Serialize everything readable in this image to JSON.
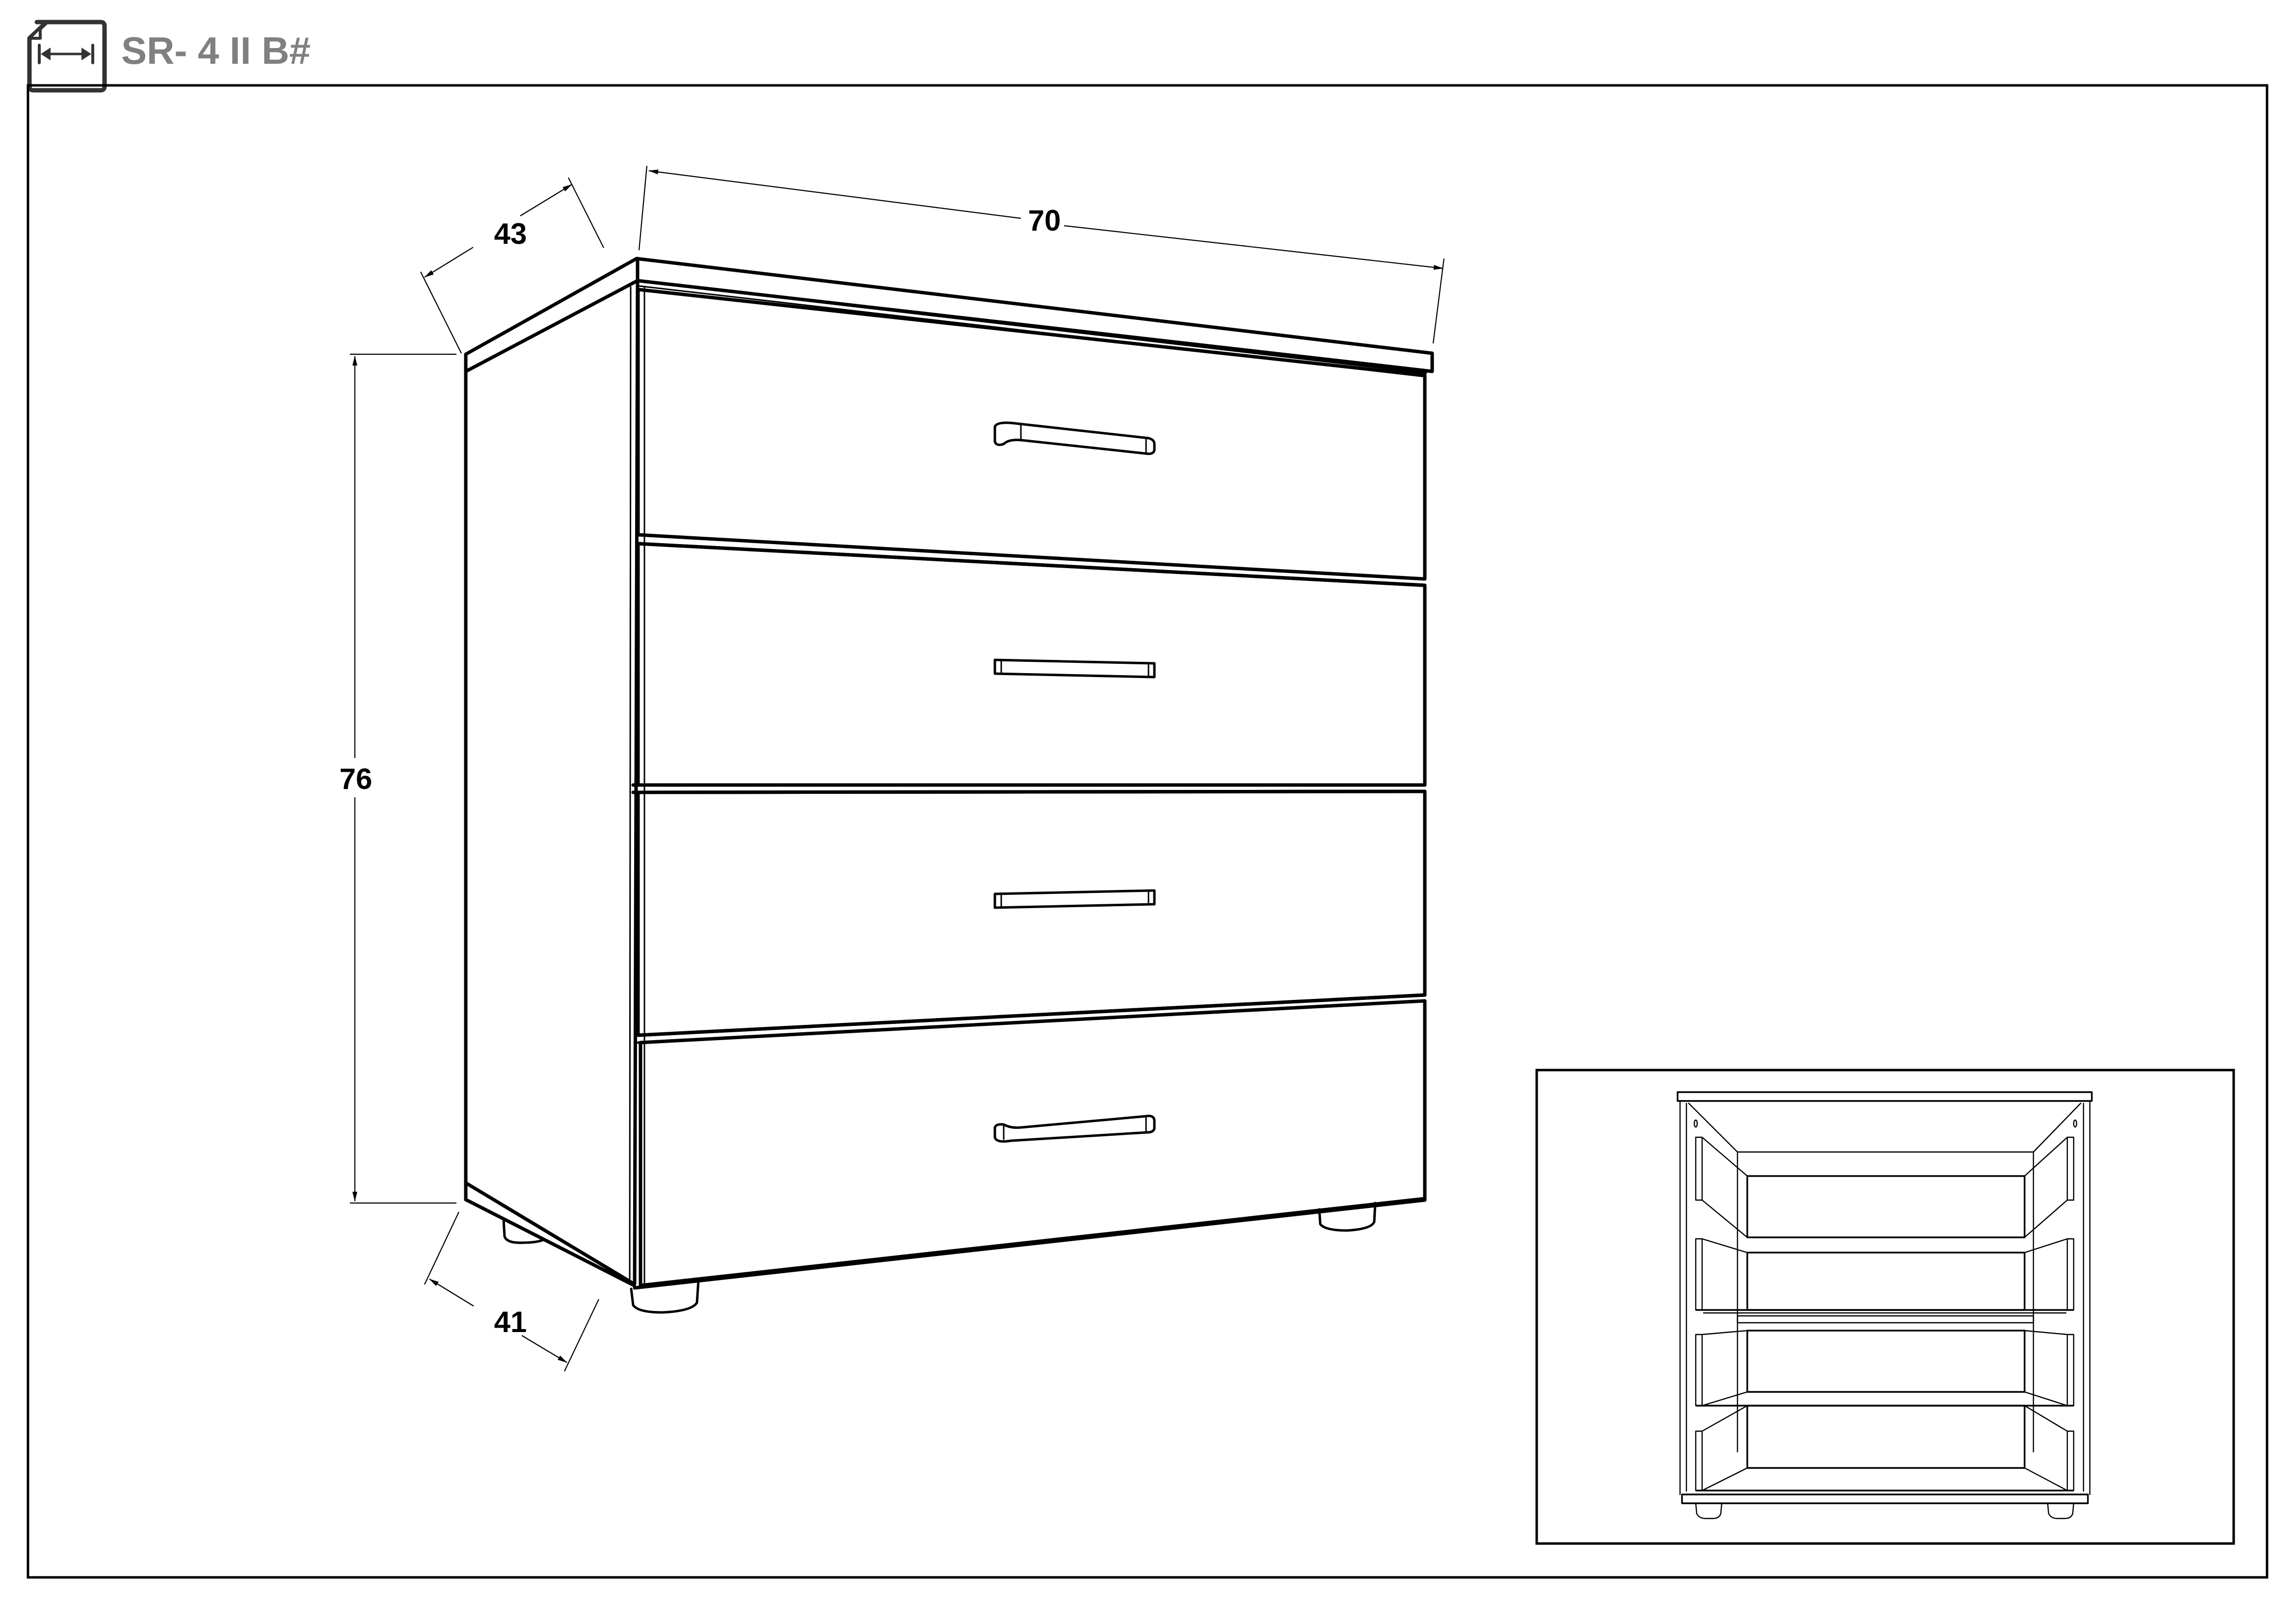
{
  "header": {
    "title": "SR- 4 II B#",
    "icon": "dimensions-document-icon"
  },
  "drawing": {
    "subject": "4-drawer chest of drawers, isometric view",
    "drawer_count": 4,
    "dimensions": {
      "depth_top": "43",
      "width": "70",
      "height": "76",
      "depth_bottom": "41"
    },
    "inset": {
      "subject": "front view with all drawers pulled out / open"
    }
  },
  "colors": {
    "title_gray": "#808080",
    "line": "#000000",
    "background": "#ffffff"
  }
}
